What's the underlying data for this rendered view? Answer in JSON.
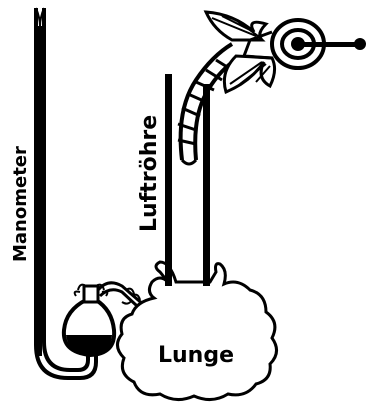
{
  "labels": {
    "manometer": "Manometer",
    "luftroehre": "Luftröhre",
    "lunge": "Lunge"
  },
  "colors": {
    "ink": "#000000",
    "paper": "#ffffff"
  }
}
